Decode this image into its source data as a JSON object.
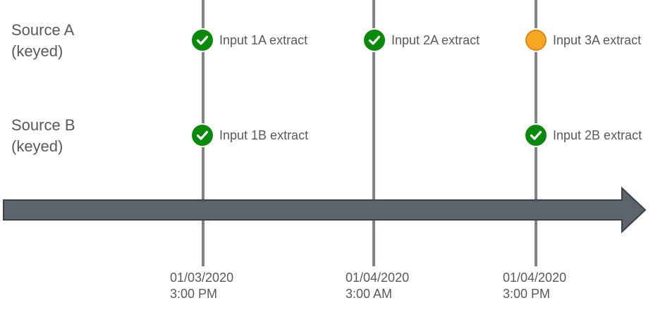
{
  "sources": [
    {
      "line1": "Source A",
      "line2": "(keyed)"
    },
    {
      "line1": "Source B",
      "line2": "(keyed)"
    }
  ],
  "timepoints": [
    {
      "date": "01/03/2020",
      "time": "3:00 PM"
    },
    {
      "date": "01/04/2020",
      "time": "3:00 AM"
    },
    {
      "date": "01/04/2020",
      "time": "3:00 PM"
    }
  ],
  "events": {
    "a1": {
      "label": "Input 1A extract",
      "status": "complete"
    },
    "a2": {
      "label": "Input 2A extract",
      "status": "complete"
    },
    "a3": {
      "label": "Input 3A extract",
      "status": "pending"
    },
    "b1": {
      "label": "Input 1B extract",
      "status": "complete"
    },
    "b2": {
      "label": "Input 2B extract",
      "status": "complete"
    }
  },
  "colors": {
    "complete": "#0a8a0a",
    "pending": "#f6a623",
    "pending_border": "#d98a10",
    "axis": "#5d656c",
    "gridline": "#7f8489",
    "text": "#595959"
  }
}
